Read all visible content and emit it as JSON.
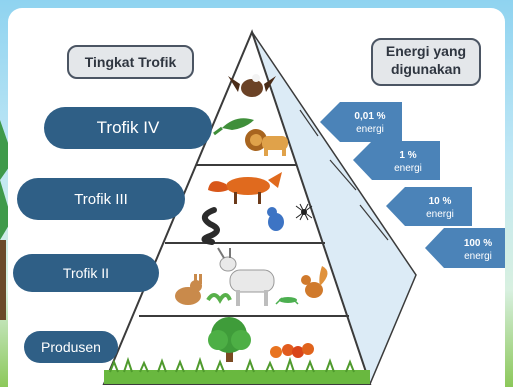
{
  "header_left": "Tingkat Trofik",
  "header_right_line1": "Energi yang",
  "header_right_line2": "digunakan",
  "levels": [
    {
      "label": "Trofik IV"
    },
    {
      "label": "Trofik III"
    },
    {
      "label": "Trofik II"
    },
    {
      "label": "Produsen"
    }
  ],
  "energy_arrows": [
    {
      "value": "0,01 %",
      "unit": "energi"
    },
    {
      "value": "1 %",
      "unit": "energi"
    },
    {
      "value": "10 %",
      "unit": "energi"
    },
    {
      "value": "100 %",
      "unit": "energi"
    }
  ],
  "colors": {
    "pill": "#2f5f86",
    "arrow": "#4b83b8",
    "pyramid_edge": "#3b3b3b",
    "pyramid_side": "#cfe3f2"
  }
}
